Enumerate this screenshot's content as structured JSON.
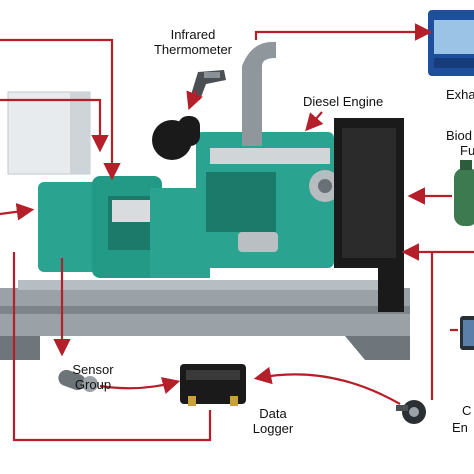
{
  "labels": {
    "infrared": [
      "Infrared",
      "Thermometer"
    ],
    "diesel_engine": "Diesel Engine",
    "exhaust": "Exha",
    "biodiesel": [
      "Biod",
      "Fu"
    ],
    "sensor_group": [
      "Sensor",
      "Group"
    ],
    "data_logger": [
      "Data",
      "Logger"
    ],
    "ce": [
      "C",
      "En"
    ]
  },
  "colors": {
    "arrow": "#b51f2a",
    "engine": "#2aa491",
    "engine_dark": "#1c7a6b",
    "frame": "#8a9298",
    "black": "#1a1a1a"
  }
}
